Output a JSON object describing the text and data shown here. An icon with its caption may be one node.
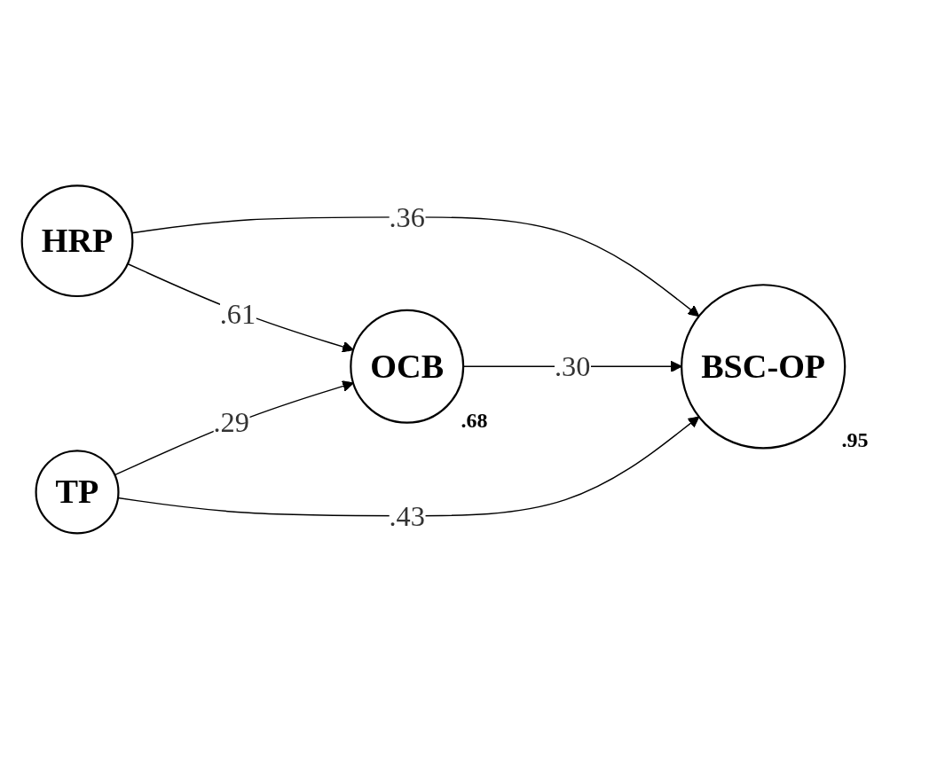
{
  "diagram": {
    "nodes": [
      {
        "text": [
          "HRP"
        ]
      },
      {
        "text": [
          "OCB"
        ],
        "beside": [
          ".68"
        ]
      },
      {
        "text": [
          "BSC-OP"
        ],
        "beside": [
          ".95"
        ]
      },
      {
        "text": [
          "TP"
        ]
      }
    ],
    "edges": [
      {
        "from": 0,
        "to": 2,
        "arrow": "to",
        "label": ".36"
      },
      {
        "from": 0,
        "to": 1,
        "arrow": "to",
        "label": ".61"
      },
      {
        "from": 1,
        "to": 2,
        "arrow": "to",
        "label": ".30"
      },
      {
        "from": 3,
        "to": 1,
        "arrow": "to",
        "label": ".29"
      },
      {
        "from": 3,
        "to": 2,
        "arrow": "to",
        "label": ".43"
      }
    ]
  }
}
